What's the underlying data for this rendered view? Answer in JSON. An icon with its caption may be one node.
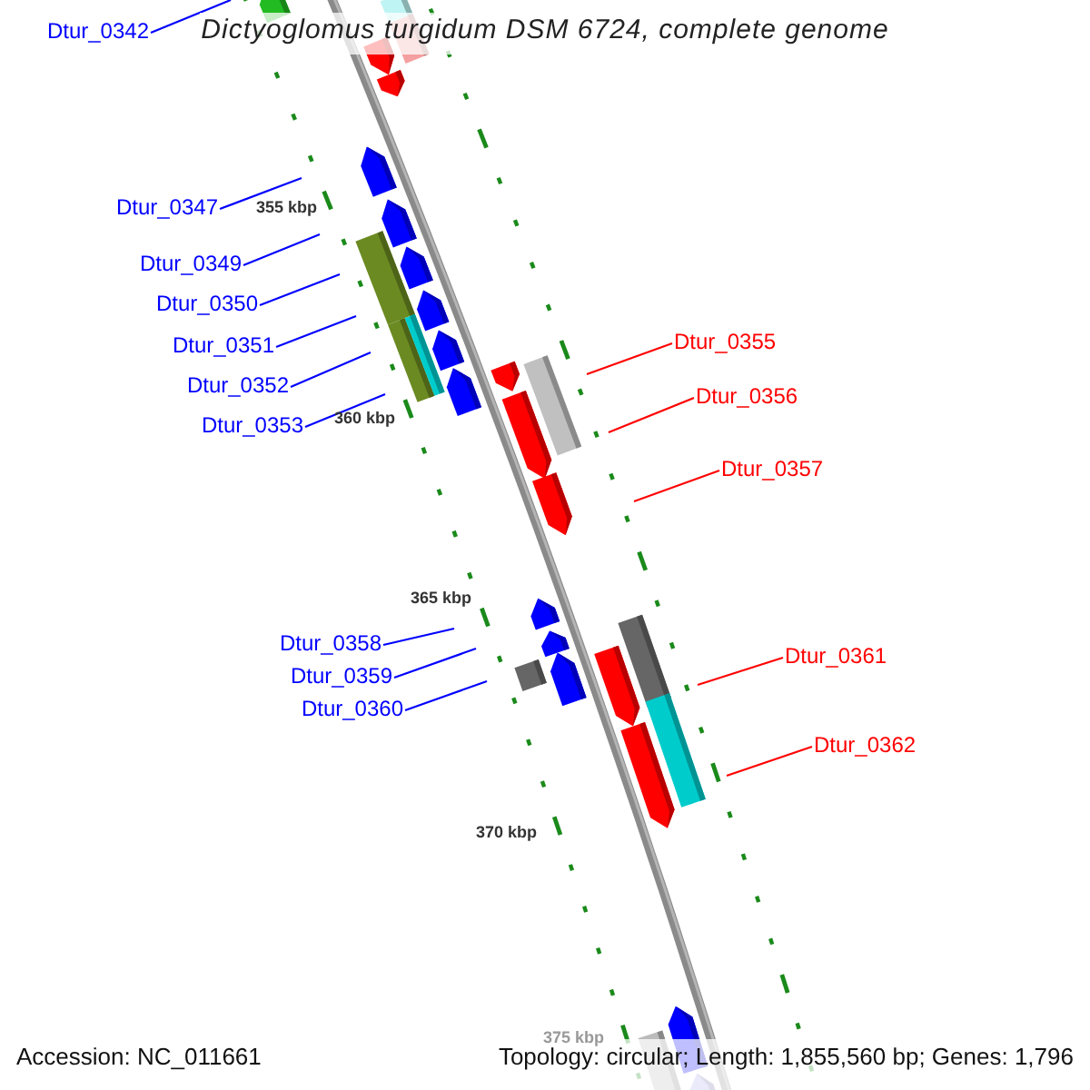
{
  "diagram": {
    "title": "Dictyoglomus turgidum DSM 6724, complete genome",
    "nodes": [
      {
        "text": [
          "Dtur_0342"
        ]
      },
      {
        "text": [
          "Dtur_0347"
        ]
      },
      {
        "text": [
          "Dtur_0349"
        ]
      },
      {
        "text": [
          "Dtur_0350"
        ]
      },
      {
        "text": [
          "Dtur_0351"
        ]
      },
      {
        "text": [
          "Dtur_0352"
        ]
      },
      {
        "text": [
          "Dtur_0353"
        ]
      },
      {
        "text": [
          "Dtur_0355"
        ]
      },
      {
        "text": [
          "Dtur_0356"
        ]
      },
      {
        "text": [
          "Dtur_0357"
        ]
      },
      {
        "text": [
          "Dtur_0358"
        ]
      },
      {
        "text": [
          "Dtur_0359"
        ]
      },
      {
        "text": [
          "Dtur_0360"
        ]
      },
      {
        "text": [
          "Dtur_0361"
        ]
      },
      {
        "text": [
          "Dtur_0362"
        ]
      }
    ],
    "edges": [
      {
        "from": 0,
        "to": null,
        "arrow": "none"
      },
      {
        "from": 1,
        "to": null,
        "arrow": "none"
      },
      {
        "from": 2,
        "to": null,
        "arrow": "none"
      },
      {
        "from": 3,
        "to": null,
        "arrow": "none"
      },
      {
        "from": 4,
        "to": null,
        "arrow": "none"
      },
      {
        "from": 5,
        "to": null,
        "arrow": "none"
      },
      {
        "from": 6,
        "to": null,
        "arrow": "none"
      },
      {
        "from": 7,
        "to": null,
        "arrow": "none",
        "color": "#ff0000"
      },
      {
        "from": 8,
        "to": null,
        "arrow": "none",
        "color": "#ff0000"
      },
      {
        "from": 9,
        "to": null,
        "arrow": "none",
        "color": "#ff0000"
      },
      {
        "from": 10,
        "to": null,
        "arrow": "none"
      },
      {
        "from": 11,
        "to": null,
        "arrow": "none"
      },
      {
        "from": 12,
        "to": null,
        "arrow": "none"
      },
      {
        "from": 13,
        "to": null,
        "arrow": "none",
        "color": "#ff0000"
      },
      {
        "from": 14,
        "to": null,
        "arrow": "none",
        "color": "#ff0000"
      }
    ],
    "labels": [
      "355 kbp",
      "360 kbp",
      "365 kbp",
      "370 kbp",
      "375 kbp",
      "Accession: NC_011661",
      "Topology: circular; Length: 1,855,560 bp; Genes: 1,796"
    ]
  }
}
